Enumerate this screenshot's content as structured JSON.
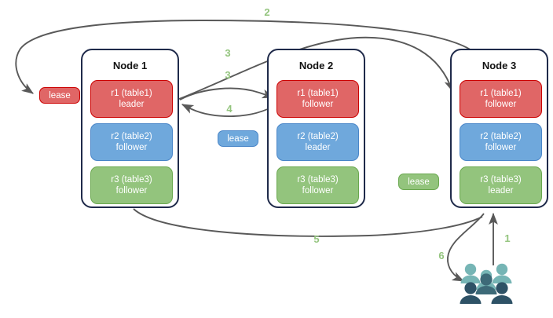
{
  "diagram": {
    "title": "Distributed database leaseholder / replica routing diagram",
    "colors": {
      "red": "#e06666",
      "red_border": "#cc0000",
      "blue": "#6fa8dc",
      "blue_border": "#4a86c8",
      "green": "#93c47d",
      "green_border": "#6aa84f",
      "node_border": "#1f2a4a",
      "arrow": "#595959",
      "step_label": "#93c47d",
      "people_light": "#76b5b5",
      "people_dark": "#2e5266",
      "background": "#ffffff"
    },
    "nodes": [
      {
        "id": "node-1",
        "title": "Node 1",
        "replicas": [
          {
            "id": "n1-r1",
            "name": "r1 (table1)",
            "role": "leader",
            "color": "red"
          },
          {
            "id": "n1-r2",
            "name": "r2 (table2)",
            "role": "follower",
            "color": "blue"
          },
          {
            "id": "n1-r3",
            "name": "r3 (table3)",
            "role": "follower",
            "color": "green"
          }
        ]
      },
      {
        "id": "node-2",
        "title": "Node 2",
        "replicas": [
          {
            "id": "n2-r1",
            "name": "r1 (table1)",
            "role": "follower",
            "color": "red"
          },
          {
            "id": "n2-r2",
            "name": "r2 (table2)",
            "role": "leader",
            "color": "blue"
          },
          {
            "id": "n2-r3",
            "name": "r3 (table3)",
            "role": "follower",
            "color": "green"
          }
        ]
      },
      {
        "id": "node-3",
        "title": "Node 3",
        "replicas": [
          {
            "id": "n3-r1",
            "name": "r1 (table1)",
            "role": "follower",
            "color": "red"
          },
          {
            "id": "n3-r2",
            "name": "r2 (table2)",
            "role": "follower",
            "color": "blue"
          },
          {
            "id": "n3-r3",
            "name": "r3 (table3)",
            "role": "leader",
            "color": "green"
          }
        ]
      }
    ],
    "leases": [
      {
        "id": "lease-red",
        "label": "lease",
        "color": "red",
        "position": "left-of-node-1"
      },
      {
        "id": "lease-blue",
        "label": "lease",
        "color": "blue",
        "position": "between-node-1-and-node-2"
      },
      {
        "id": "lease-green",
        "label": "lease",
        "color": "green",
        "position": "left-of-node-3"
      }
    ],
    "steps": [
      {
        "id": "step-1",
        "label": "1"
      },
      {
        "id": "step-2",
        "label": "2"
      },
      {
        "id": "step-3a",
        "label": "3"
      },
      {
        "id": "step-3b",
        "label": "3"
      },
      {
        "id": "step-4",
        "label": "4"
      },
      {
        "id": "step-5",
        "label": "5"
      },
      {
        "id": "step-6",
        "label": "6"
      }
    ],
    "actor": {
      "id": "client-users",
      "icon": "people-icon",
      "figure_count": 5
    }
  }
}
